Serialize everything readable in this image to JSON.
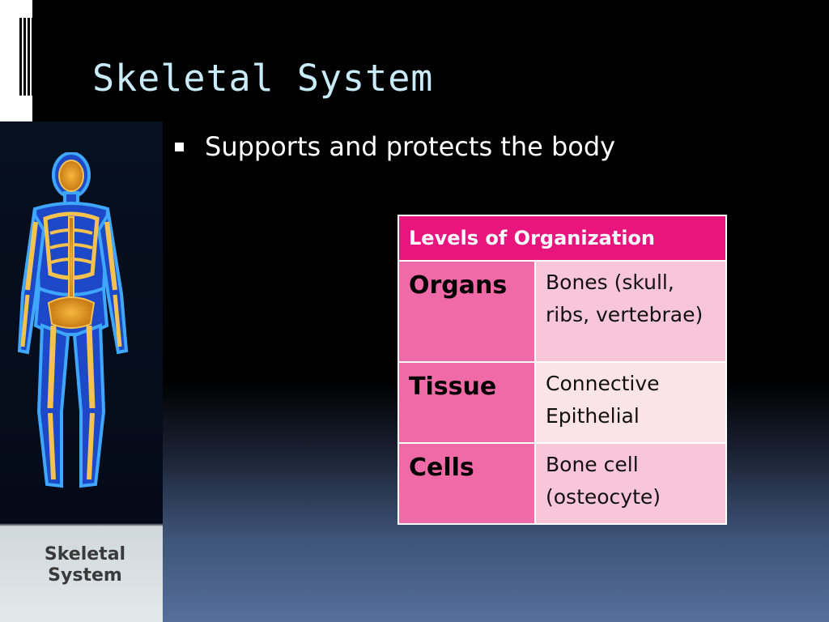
{
  "slide": {
    "title": "Skeletal System",
    "bullets": [
      "Supports and protects the body"
    ]
  },
  "image": {
    "caption_line1": "Skeletal",
    "caption_line2": "System"
  },
  "table": {
    "header": "Levels of Organization",
    "rows": [
      {
        "level": "Organs",
        "desc_line1": "Bones (skull,",
        "desc_line2": "ribs, vertebrae)"
      },
      {
        "level": "Tissue",
        "desc_line1": "Connective",
        "desc_line2": "Epithelial"
      },
      {
        "level": "Cells",
        "desc_line1": "Bone cell",
        "desc_line2": "(osteocyte)"
      }
    ]
  },
  "colors": {
    "title": "#c8ecfa",
    "table_header": "#e8157e",
    "table_label": "#f06aa8",
    "table_value": "#f8c6d8"
  }
}
